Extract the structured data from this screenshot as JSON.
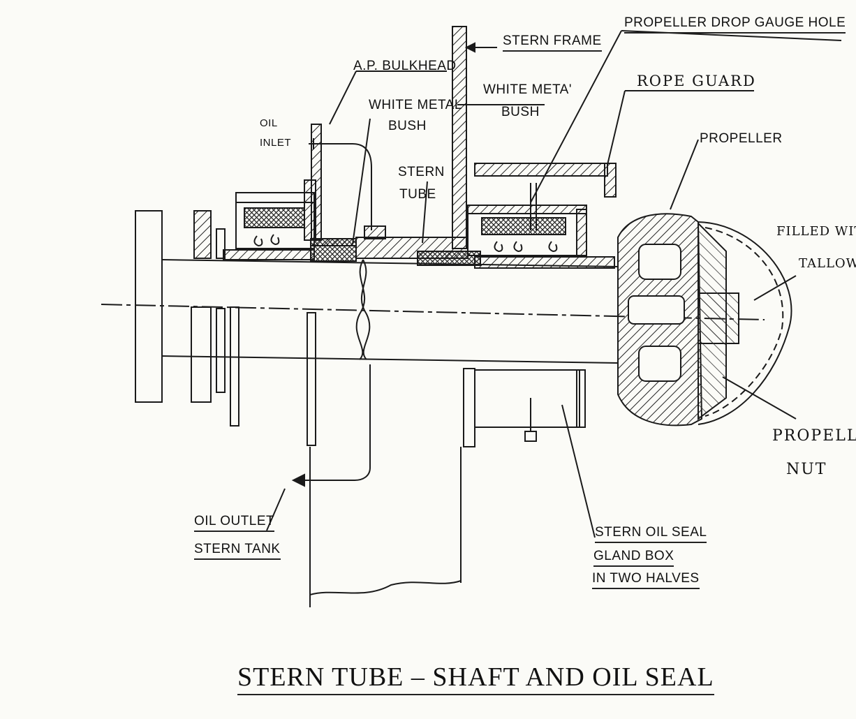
{
  "title": "STERN TUBE – SHAFT AND OIL SEAL",
  "labels": {
    "stern_frame": "STERN FRAME",
    "propeller_drop_gauge_hole": "PROPELLER DROP GAUGE HOLE",
    "ap_bulkhead": "A.P. BULKHEAD",
    "white_metal_bush_1_line1": "WHITE METAL",
    "white_metal_bush_1_line2": "BUSH",
    "white_metal_bush_2_line1": "WHITE META'",
    "white_metal_bush_2_line2": "BUSH",
    "rope_guard": "ROPE GUARD",
    "propeller": "PROPELLER",
    "oil_inlet_line1": "OIL",
    "oil_inlet_line2": "INLET",
    "stern_tube_line1": "STERN",
    "stern_tube_line2": "TUBE",
    "filled_with_line1": "FILLED WITH",
    "filled_with_line2": "TALLOW",
    "propeller_nut_line1": "PROPELLER",
    "propeller_nut_line2": "NUT",
    "oil_outlet_line1": "OIL OUTLET",
    "oil_outlet_line2": "STERN TANK",
    "gland_line1": "STERN OIL SEAL",
    "gland_line2": "GLAND BOX",
    "gland_line3": "IN TWO HALVES"
  }
}
